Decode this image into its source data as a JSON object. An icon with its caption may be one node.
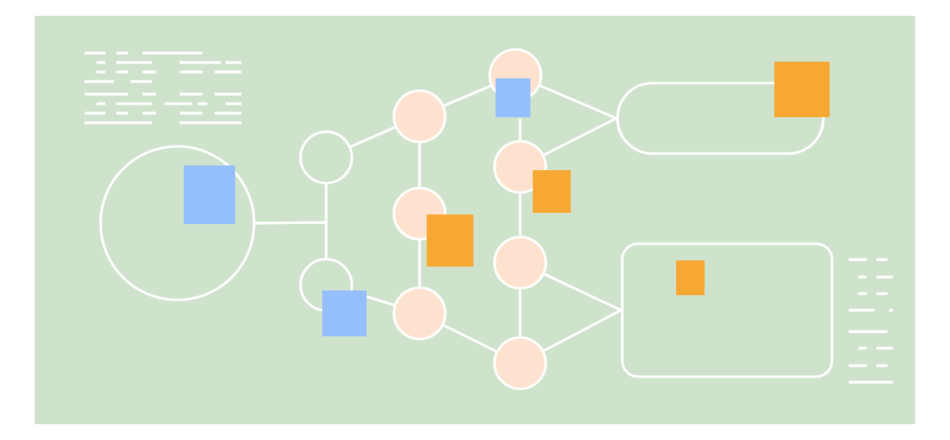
{
  "diagram": {
    "nodes": [
      {
        "text": [],
        "shape": "circle"
      },
      {
        "text": [],
        "shape": "circle"
      },
      {
        "text": [],
        "shape": "circle"
      },
      {
        "text": [],
        "shape": "circle"
      },
      {
        "text": [],
        "shape": "circle"
      },
      {
        "text": [],
        "shape": "circle"
      },
      {
        "text": [],
        "shape": "circle"
      },
      {
        "text": [],
        "shape": "circle"
      },
      {
        "text": [],
        "shape": "circle"
      },
      {
        "text": [],
        "shape": "circle"
      },
      {
        "text": [],
        "shape": "box"
      },
      {
        "text": [],
        "shape": "box"
      },
      {
        "text": [],
        "shape": "box",
        "in": 0
      },
      {
        "text": [],
        "shape": "box"
      },
      {
        "text": [],
        "shape": "box"
      },
      {
        "text": [],
        "shape": "box"
      },
      {
        "text": [],
        "shape": "box"
      },
      {
        "text": [],
        "shape": "box",
        "in": 11
      }
    ],
    "edges": [
      {
        "from": 0,
        "to": 1,
        "arrow": "none"
      },
      {
        "from": 0,
        "to": 2,
        "arrow": "none"
      },
      {
        "from": 1,
        "to": 3,
        "arrow": "none"
      },
      {
        "from": 13,
        "to": 5,
        "arrow": "none"
      },
      {
        "from": 3,
        "to": 4,
        "arrow": "none"
      },
      {
        "from": 4,
        "to": 5,
        "arrow": "none"
      },
      {
        "from": 3,
        "to": 6,
        "arrow": "none"
      },
      {
        "from": 5,
        "to": 9,
        "arrow": "none"
      },
      {
        "from": 6,
        "to": 7,
        "arrow": "none"
      },
      {
        "from": 7,
        "to": 8,
        "arrow": "none"
      },
      {
        "from": 8,
        "to": 9,
        "arrow": "none"
      },
      {
        "from": 6,
        "to": 10,
        "arrow": "none"
      },
      {
        "from": 7,
        "to": 10,
        "arrow": "none"
      },
      {
        "from": 8,
        "to": 11,
        "arrow": "none"
      },
      {
        "from": 9,
        "to": 11,
        "arrow": "none"
      }
    ]
  }
}
